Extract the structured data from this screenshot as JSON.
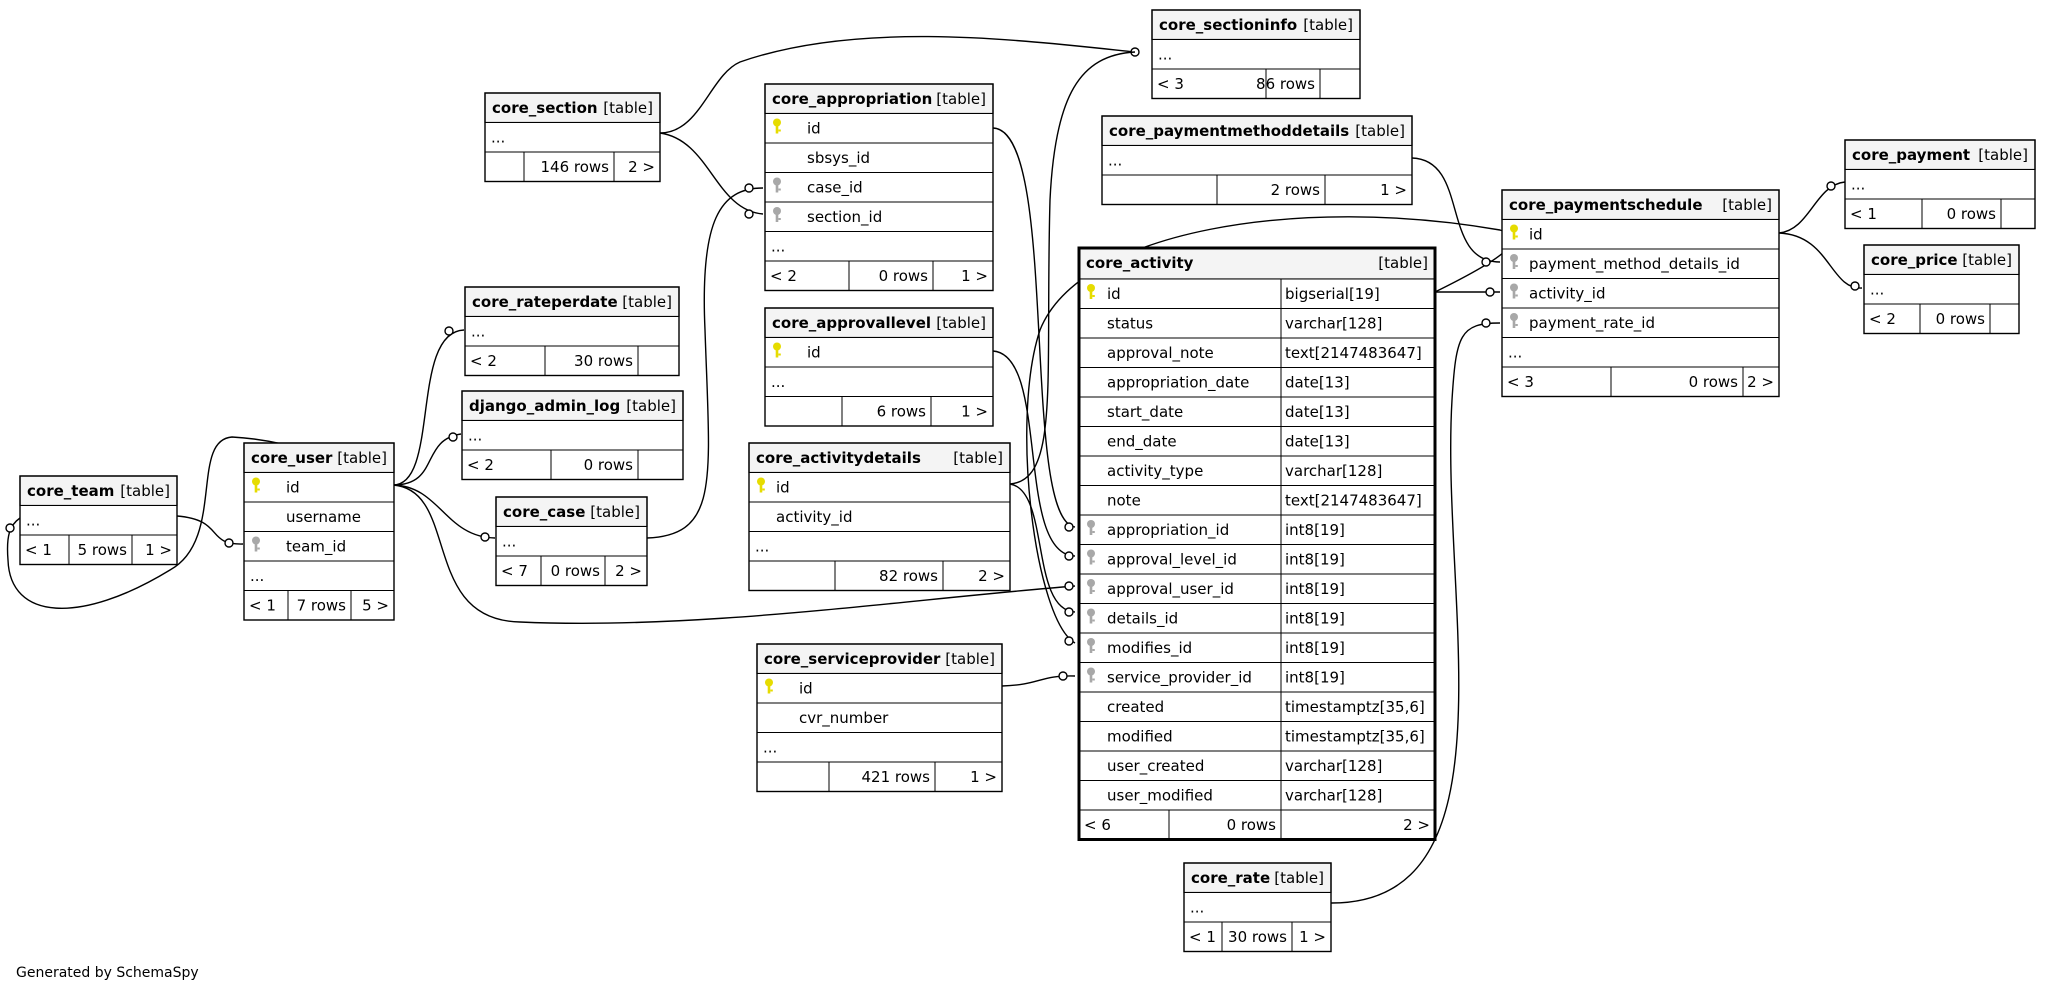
{
  "colors": {
    "pk_key": "#e6dc00",
    "fk_key": "#a8a8a8",
    "header_bg": "#f4f4f4",
    "line": "#000000"
  },
  "footer": "Generated by SchemaSpy",
  "tables": [
    {
      "id": "core_sectioninfo",
      "name": "core_sectioninfo",
      "tag": "[table]",
      "columns": [],
      "more": "...",
      "footer": [
        "< 3",
        "86 rows",
        ""
      ]
    },
    {
      "id": "core_section",
      "name": "core_section",
      "tag": "[table]",
      "columns": [],
      "more": "...",
      "footer": [
        "",
        "146 rows",
        "2 >"
      ]
    },
    {
      "id": "core_appropriation",
      "name": "core_appropriation",
      "tag": "[table]",
      "columns": [
        {
          "name": "id",
          "key": "pk"
        },
        {
          "name": "sbsys_id",
          "key": ""
        },
        {
          "name": "case_id",
          "key": "fk"
        },
        {
          "name": "section_id",
          "key": "fk"
        }
      ],
      "more": "...",
      "footer": [
        "< 2",
        "0 rows",
        "1 >"
      ]
    },
    {
      "id": "core_paymentmethoddetails",
      "name": "core_paymentmethoddetails",
      "tag": "[table]",
      "columns": [],
      "more": "...",
      "footer": [
        "",
        "2 rows",
        "1 >"
      ]
    },
    {
      "id": "core_payment",
      "name": "core_payment",
      "tag": "[table]",
      "columns": [],
      "more": "...",
      "footer": [
        "< 1",
        "0 rows",
        ""
      ]
    },
    {
      "id": "core_paymentschedule",
      "name": "core_paymentschedule",
      "tag": "[table]",
      "columns": [
        {
          "name": "id",
          "key": "pk"
        },
        {
          "name": "payment_method_details_id",
          "key": "fk"
        },
        {
          "name": "activity_id",
          "key": "fk"
        },
        {
          "name": "payment_rate_id",
          "key": "fk"
        }
      ],
      "more": "...",
      "footer": [
        "< 3",
        "0 rows",
        "2 >"
      ]
    },
    {
      "id": "core_price",
      "name": "core_price",
      "tag": "[table]",
      "columns": [],
      "more": "...",
      "footer": [
        "< 2",
        "0 rows",
        ""
      ]
    },
    {
      "id": "core_rateperdate",
      "name": "core_rateperdate",
      "tag": "[table]",
      "columns": [],
      "more": "...",
      "footer": [
        "< 2",
        "30 rows",
        ""
      ]
    },
    {
      "id": "core_approvallevel",
      "name": "core_approvallevel",
      "tag": "[table]",
      "columns": [
        {
          "name": "id",
          "key": "pk"
        }
      ],
      "more": "...",
      "footer": [
        "",
        "6 rows",
        "1 >"
      ]
    },
    {
      "id": "django_admin_log",
      "name": "django_admin_log",
      "tag": "[table]",
      "columns": [],
      "more": "...",
      "footer": [
        "< 2",
        "0 rows",
        ""
      ]
    },
    {
      "id": "core_activitydetails",
      "name": "core_activitydetails",
      "tag": "[table]",
      "columns": [
        {
          "name": "id",
          "key": "pk"
        },
        {
          "name": "activity_id",
          "key": ""
        }
      ],
      "more": "...",
      "footer": [
        "",
        "82 rows",
        "2 >"
      ]
    },
    {
      "id": "core_user",
      "name": "core_user",
      "tag": "[table]",
      "columns": [
        {
          "name": "id",
          "key": "pk"
        },
        {
          "name": "username",
          "key": ""
        },
        {
          "name": "team_id",
          "key": "fk"
        }
      ],
      "more": "...",
      "footer": [
        "< 1",
        "7 rows",
        "5 >"
      ]
    },
    {
      "id": "core_team",
      "name": "core_team",
      "tag": "[table]",
      "columns": [],
      "more": "...",
      "footer": [
        "< 1",
        "5 rows",
        "1 >"
      ]
    },
    {
      "id": "core_case",
      "name": "core_case",
      "tag": "[table]",
      "columns": [],
      "more": "...",
      "footer": [
        "< 7",
        "0 rows",
        "2 >"
      ]
    },
    {
      "id": "core_serviceprovider",
      "name": "core_serviceprovider",
      "tag": "[table]",
      "columns": [
        {
          "name": "id",
          "key": "pk"
        },
        {
          "name": "cvr_number",
          "key": ""
        }
      ],
      "more": "...",
      "footer": [
        "",
        "421 rows",
        "1 >"
      ]
    },
    {
      "id": "core_rate",
      "name": "core_rate",
      "tag": "[table]",
      "columns": [],
      "more": "...",
      "footer": [
        "< 1",
        "30 rows",
        "1 >"
      ]
    },
    {
      "id": "core_activity",
      "name": "core_activity",
      "tag": "[table]",
      "focus": true,
      "columns": [
        {
          "name": "id",
          "type": "bigserial[19]",
          "key": "pk"
        },
        {
          "name": "status",
          "type": "varchar[128]",
          "key": ""
        },
        {
          "name": "approval_note",
          "type": "text[2147483647]",
          "key": ""
        },
        {
          "name": "appropriation_date",
          "type": "date[13]",
          "key": ""
        },
        {
          "name": "start_date",
          "type": "date[13]",
          "key": ""
        },
        {
          "name": "end_date",
          "type": "date[13]",
          "key": ""
        },
        {
          "name": "activity_type",
          "type": "varchar[128]",
          "key": ""
        },
        {
          "name": "note",
          "type": "text[2147483647]",
          "key": ""
        },
        {
          "name": "appropriation_id",
          "type": "int8[19]",
          "key": "fk"
        },
        {
          "name": "approval_level_id",
          "type": "int8[19]",
          "key": "fk"
        },
        {
          "name": "approval_user_id",
          "type": "int8[19]",
          "key": "fk"
        },
        {
          "name": "details_id",
          "type": "int8[19]",
          "key": "fk"
        },
        {
          "name": "modifies_id",
          "type": "int8[19]",
          "key": "fk"
        },
        {
          "name": "service_provider_id",
          "type": "int8[19]",
          "key": "fk"
        },
        {
          "name": "created",
          "type": "timestamptz[35,6]",
          "key": ""
        },
        {
          "name": "modified",
          "type": "timestamptz[35,6]",
          "key": ""
        },
        {
          "name": "user_created",
          "type": "varchar[128]",
          "key": ""
        },
        {
          "name": "user_modified",
          "type": "varchar[128]",
          "key": ""
        }
      ],
      "footer": [
        "< 6",
        "0 rows",
        "2 >"
      ]
    }
  ]
}
